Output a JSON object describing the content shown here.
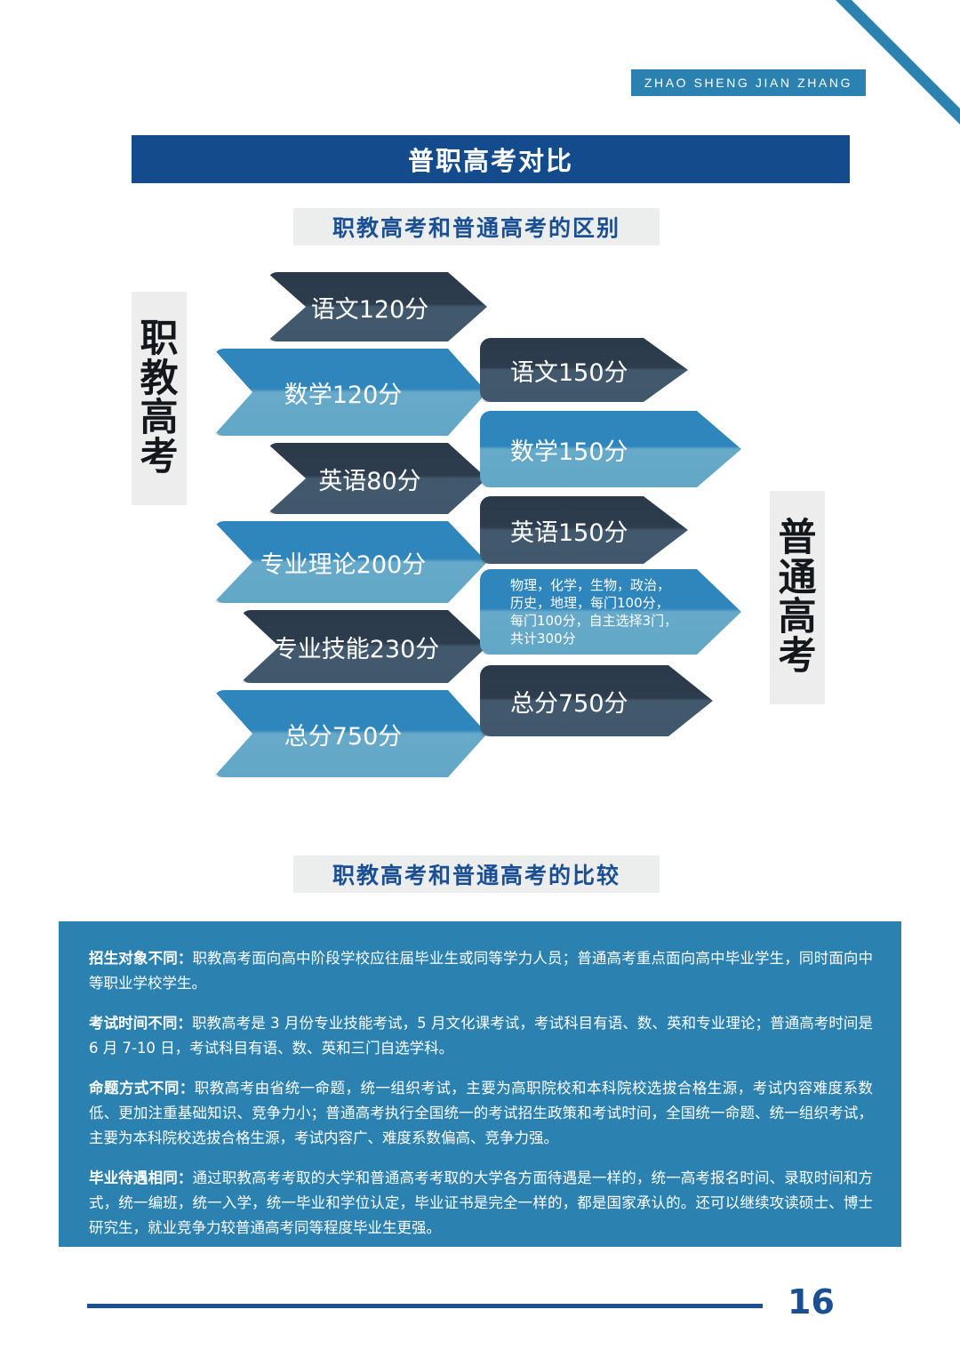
{
  "header": {
    "pinyin_badge": "ZHAO SHENG JIAN ZHANG",
    "title": "普职高考对比"
  },
  "sections": {
    "difference_heading": "职教高考和普通高考的区别",
    "comparison_heading": "职教高考和普通高考的比较"
  },
  "side_labels": {
    "vocational": [
      "职",
      "教",
      "高",
      "考"
    ],
    "regular": [
      "普",
      "通",
      "高",
      "考"
    ]
  },
  "diagram": {
    "vocational_items": [
      {
        "label": "语文120分",
        "style": "dark"
      },
      {
        "label": "数学120分",
        "style": "blue"
      },
      {
        "label": "英语80分",
        "style": "dark"
      },
      {
        "label": "专业理论200分",
        "style": "blue"
      },
      {
        "label": "专业技能230分",
        "style": "dark"
      },
      {
        "label": "总分750分",
        "style": "blue"
      }
    ],
    "regular_items": [
      {
        "label": "语文150分",
        "style": "dark"
      },
      {
        "label": "数学150分",
        "style": "blue"
      },
      {
        "label": "英语150分",
        "style": "dark"
      },
      {
        "label": "物理，化学，生物，政治，\n历史，地理，每门100分，\n每门100分，自主选择3门，\n共计300分",
        "style": "blue"
      },
      {
        "label": "总分750分",
        "style": "dark"
      }
    ]
  },
  "comparison": [
    {
      "key": "招生对象不同：",
      "body": "职教高考面向高中阶段学校应往届毕业生或同等学力人员；普通高考重点面向高中毕业学生，同时面向中等职业学校学生。"
    },
    {
      "key": "考试时间不同：",
      "body": "职教高考是 3 月份专业技能考试，5 月文化课考试，考试科目有语、数、英和专业理论；普通高考时间是 6 月 7-10 日，考试科目有语、数、英和三门自选学科。"
    },
    {
      "key": "命题方式不同：",
      "body": "职教高考由省统一命题，统一组织考试，主要为高职院校和本科院校选拔合格生源，考试内容难度系数低、更加注重基础知识、竞争力小；普通高考执行全国统一的考试招生政策和考试时间，全国统一命题、统一组织考试，主要为本科院校选拔合格生源，考试内容广、难度系数偏高、竞争力强。"
    },
    {
      "key": "毕业待遇相同：",
      "body": "通过职教高考考取的大学和普通高考考取的大学各方面待遇是一样的，统一高考报名时间、录取时间和方式，统一编班，统一入学，统一毕业和学位认定，毕业证书是完全一样的，都是国家承认的。还可以继续攻读硕士、博士研究生，就业竞争力较普通高考同等程度毕业生更强。"
    }
  ],
  "footer": {
    "page_number": "16"
  },
  "colors": {
    "brand_navy": "#134b8c",
    "brand_blue": "#2b82b0",
    "arrow_dark": "#2d3d4e",
    "arrow_blue": "#2f86bd",
    "heading_grey": "#eceded"
  }
}
